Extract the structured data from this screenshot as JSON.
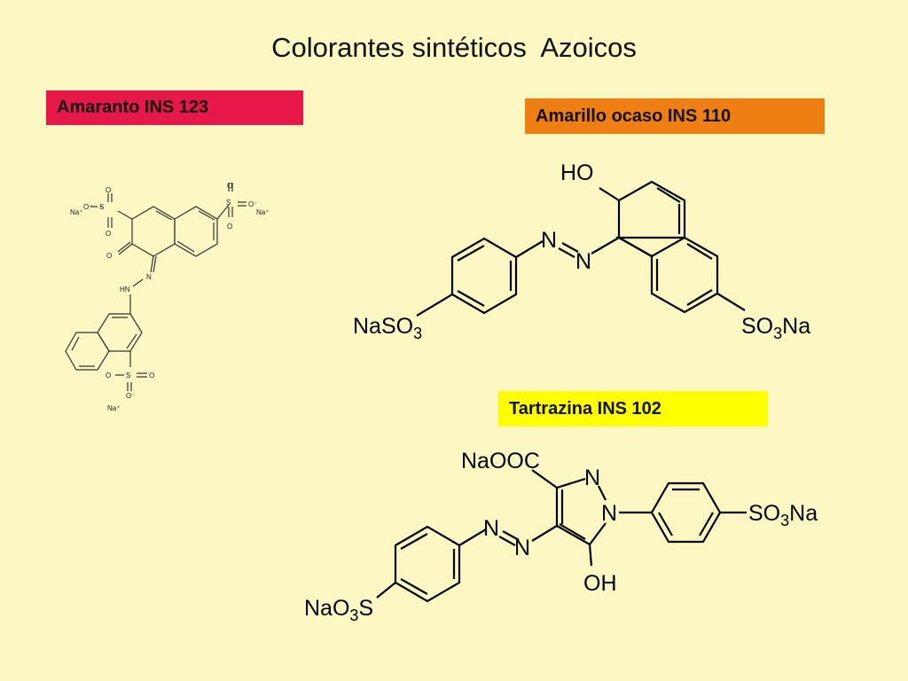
{
  "title": "Colorantes sintéticos  Azoicos",
  "colors": {
    "amaranto": "#e8174a",
    "amarillo_ocaso": "#ef7f12",
    "tartrazina": "#ffff00",
    "background": "#fdf7c3"
  },
  "dyes": [
    {
      "label": "Amaranto  INS 123"
    },
    {
      "label": "Amarillo ocaso  INS 110"
    },
    {
      "label": "Tartrazina INS 102"
    }
  ],
  "amaranto_structure": {
    "na1": "Na⁺",
    "na2": "Na⁺",
    "na3": "Na⁺",
    "om1": "O⁻",
    "om2": "O⁻",
    "om3": "O⁻",
    "s": "S",
    "o": "O",
    "n": "N",
    "hn": "HN"
  },
  "sunset_structure": {
    "ho": "HO",
    "n": "N",
    "naso3": "NaSO",
    "so3na_a": "SO",
    "so3na_b": "Na",
    "sub3": "3"
  },
  "tartrazine_structure": {
    "naooc": "NaOOC",
    "n": "N",
    "oh": "OH",
    "so3na_a": "SO",
    "so3na_b": "Na",
    "nao3s_a": "NaO",
    "nao3s_b": "S",
    "sub3": "3"
  }
}
